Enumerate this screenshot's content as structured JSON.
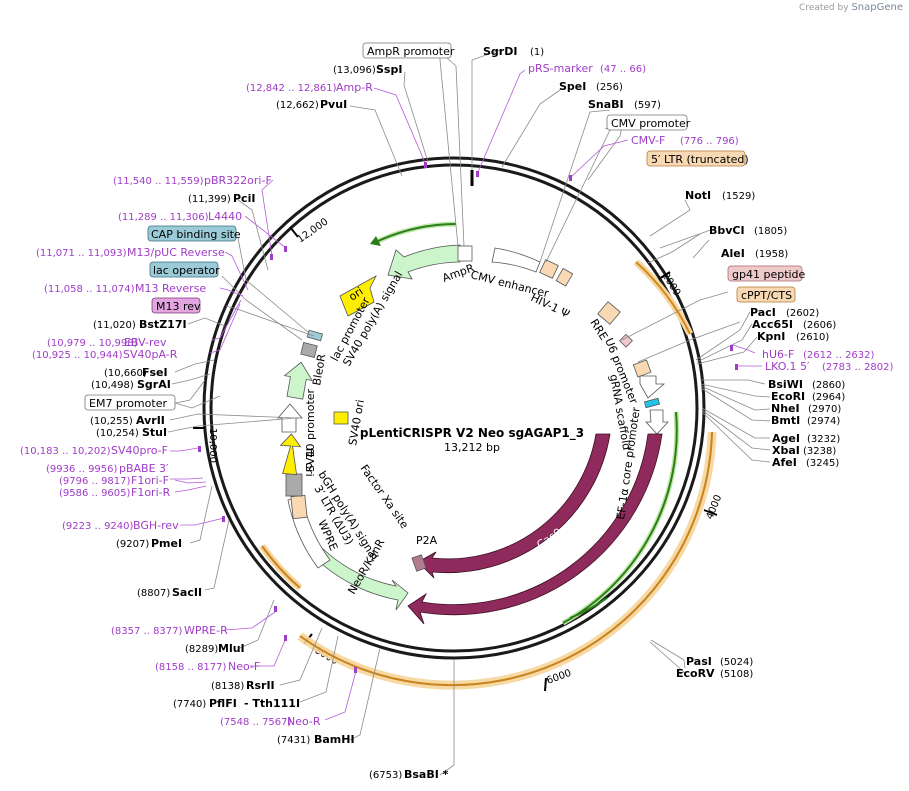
{
  "credit": {
    "prefix": "Created by",
    "brand": "SnapGene"
  },
  "plasmid": {
    "name": "pLentiCRISPR V2 Neo sgAGAP1_3",
    "length": "13,212 bp"
  },
  "ticks": [
    "2000",
    "4000",
    "6000",
    "8000",
    "10,000",
    "12,000"
  ],
  "enzymes": {
    "sgrdi": {
      "name": "SgrDI",
      "coord": "(1)"
    },
    "spei": {
      "name": "SpeI",
      "coord": "(256)"
    },
    "snabi": {
      "name": "SnaBI",
      "coord": "(597)"
    },
    "noti": {
      "name": "NotI",
      "coord": "(1529)"
    },
    "bbvci": {
      "name": "BbvCI",
      "coord": "(1805)"
    },
    "alei": {
      "name": "AleI",
      "coord": "(1958)"
    },
    "paci": {
      "name": "PacI",
      "coord": "(2602)"
    },
    "acc65i": {
      "name": "Acc65I",
      "coord": "(2606)"
    },
    "kpni": {
      "name": "KpnI",
      "coord": "(2610)"
    },
    "bsiwi": {
      "name": "BsiWI",
      "coord": "(2860)"
    },
    "ecori": {
      "name": "EcoRI",
      "coord": "(2964)"
    },
    "nhei": {
      "name": "NheI",
      "coord": "(2970)"
    },
    "bmti": {
      "name": "BmtI",
      "coord": "(2974)"
    },
    "agei": {
      "name": "AgeI",
      "coord": "(3232)"
    },
    "xbai": {
      "name": "XbaI",
      "coord": "(3238)"
    },
    "afei": {
      "name": "AfeI",
      "coord": "(3245)"
    },
    "pasi": {
      "name": "PasI",
      "coord": "(5024)"
    },
    "ecorv": {
      "name": "EcoRV",
      "coord": "(5108)"
    },
    "bsabi": {
      "name": "BsaBI *",
      "coord": "(6753)"
    },
    "bamhi": {
      "name": "BamHI",
      "coord": "(7431)"
    },
    "pflfi": {
      "name": "PflFI",
      "coord": "(7740)"
    },
    "tth111i": {
      "name": "- Tth111I"
    },
    "rsrii": {
      "name": "RsrII",
      "coord": "(8138)"
    },
    "mlui": {
      "name": "MluI",
      "coord": "(8289)"
    },
    "sacii": {
      "name": "SacII",
      "coord": "(8807)"
    },
    "pmei": {
      "name": "PmeI",
      "coord": "(9207)"
    },
    "stui": {
      "name": "StuI",
      "coord": "(10,254)"
    },
    "avrii": {
      "name": "AvrII",
      "coord": "(10,255)"
    },
    "sgrai": {
      "name": "SgrAI",
      "coord": "(10,498)"
    },
    "fsei": {
      "name": "FseI",
      "coord": "(10,660)"
    },
    "bstz17i": {
      "name": "BstZ17I",
      "coord": "(11,020)"
    },
    "pcii": {
      "name": "PciI",
      "coord": "(11,399)"
    },
    "pvui": {
      "name": "PvuI",
      "coord": "(12,662)"
    },
    "sspi": {
      "name": "SspI",
      "coord": "(13,096)"
    }
  },
  "primers": {
    "prs_marker": {
      "name": "pRS-marker",
      "coord": "(47 .. 66)"
    },
    "cmv_f": {
      "name": "CMV-F",
      "coord": "(776 .. 796)"
    },
    "hu6_f": {
      "name": "hU6-F",
      "coord": "(2612 .. 2632)"
    },
    "lko1_5": {
      "name": "LKO.1 5′",
      "coord": "(2783 .. 2802)"
    },
    "pbabe_3": {
      "name": "pBABE 3′",
      "coord": "(9936 .. 9956)"
    },
    "f1ori_f": {
      "name": "F1ori-F",
      "coord": "(9796 .. 9817)"
    },
    "f1ori_r": {
      "name": "F1ori-R",
      "coord": "(9586 .. 9605)"
    },
    "bgh_rev": {
      "name": "BGH-rev",
      "coord": "(9223 .. 9240)"
    },
    "wpre_r": {
      "name": "WPRE-R",
      "coord": "(8357 .. 8377)"
    },
    "neo_f": {
      "name": "Neo-F",
      "coord": "(8158 .. 8177)"
    },
    "neo_r": {
      "name": "Neo-R",
      "coord": "(7548 .. 7567)"
    },
    "sv40pro_f": {
      "name": "SV40pro-F",
      "coord": "(10,183 .. 10,202)"
    },
    "sv40pa_r": {
      "name": "SV40pA-R",
      "coord": "(10,925 .. 10,944)"
    },
    "ebv_rev": {
      "name": "EBV-rev",
      "coord": "(10,979 .. 10,998)"
    },
    "m13_reverse": {
      "name": "M13 Reverse",
      "coord": "(11,058 .. 11,074)"
    },
    "m13_puc_reverse": {
      "name": "M13/pUC Reverse",
      "coord": "(11,071 .. 11,093)"
    },
    "l4440": {
      "name": "L4440",
      "coord": "(11,289 .. 11,306)"
    },
    "pbr322ori_f": {
      "name": "pBR322ori-F",
      "coord": "(11,540 .. 11,559)"
    },
    "amp_r": {
      "name": "Amp-R",
      "coord": "(12,842 .. 12,861)"
    }
  },
  "boxed": {
    "ampr_promoter": "AmpR promoter",
    "cmv_promoter": "CMV promoter",
    "ltr5": "5′ LTR (truncated)",
    "gp41": "gp41 peptide",
    "cppt": "cPPT/CTS",
    "em7": "EM7 promoter",
    "cap": "CAP binding site",
    "lac_op": "lac operator",
    "m13rev": "M13 rev"
  },
  "inner": {
    "ampr": "AmpR",
    "cmv_enhancer": "CMV enhancer",
    "hiv": "HIV-1 Ψ",
    "rre": "RRE",
    "u6": "U6 promoter",
    "grna": "gRNA scaffold",
    "ef1a": "EF-1α core promoter",
    "cas9_a": "Cas9",
    "cas9_b": "Cas9",
    "p2a": "P2A",
    "neor": "NeoR/KanR",
    "factor_xa": "Factor Xa site",
    "wpre": "WPRE",
    "ltr3": "3′ LTR (ΔU3)",
    "bgh": "bGH poly(A) signal",
    "f1ori": "f1 ori",
    "sv40_promoter": "SV40 promoter",
    "bleor": "BleoR",
    "sv40_ori": "SV40 ori",
    "ori": "ori",
    "lac_promoter": "lac promoter",
    "sv40_polya": "SV40 poly(A) signal"
  },
  "colors": {
    "backbone": "#1a1a1a",
    "purple_label": "#a03cc8",
    "cas9": "#8f2a5c",
    "ampr": "#ccf5cc",
    "ori_yellow": "#ffee00",
    "orange_ltr": "#e8a33c",
    "green_feat": "#5aa02a",
    "peach": "#f9d9b3",
    "cap_blue": "#9ccbd8",
    "m13_pink": "#e3a6e0",
    "gp41_pink": "#eecacb"
  }
}
